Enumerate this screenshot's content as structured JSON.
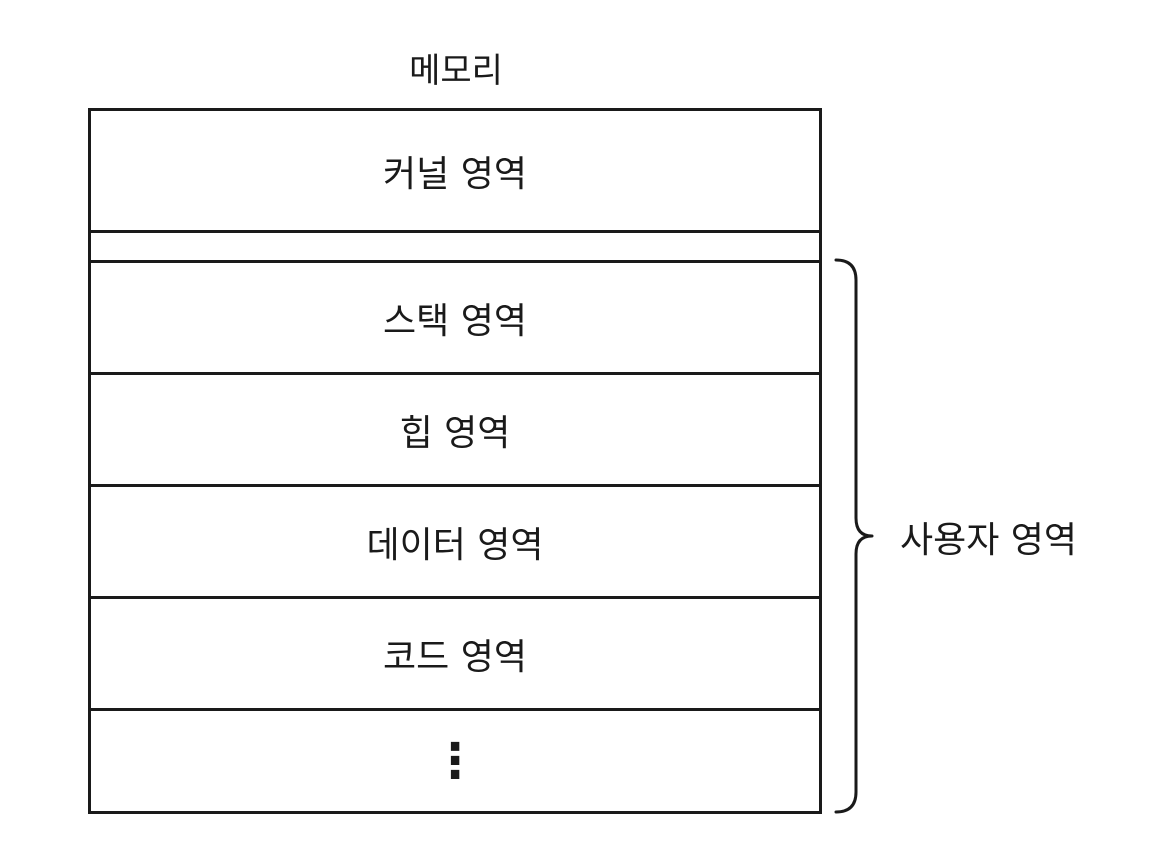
{
  "diagram": {
    "title": "메모리",
    "regions": [
      {
        "label": "커널 영역"
      },
      {
        "label": ""
      },
      {
        "label": "스택 영역"
      },
      {
        "label": "힙 영역"
      },
      {
        "label": "데이터 영역"
      },
      {
        "label": "코드 영역"
      },
      {
        "label": "⋮"
      }
    ],
    "user_area_label": "사용자 영역",
    "colors": {
      "line": "#1a1a1a",
      "background": "#ffffff"
    }
  }
}
